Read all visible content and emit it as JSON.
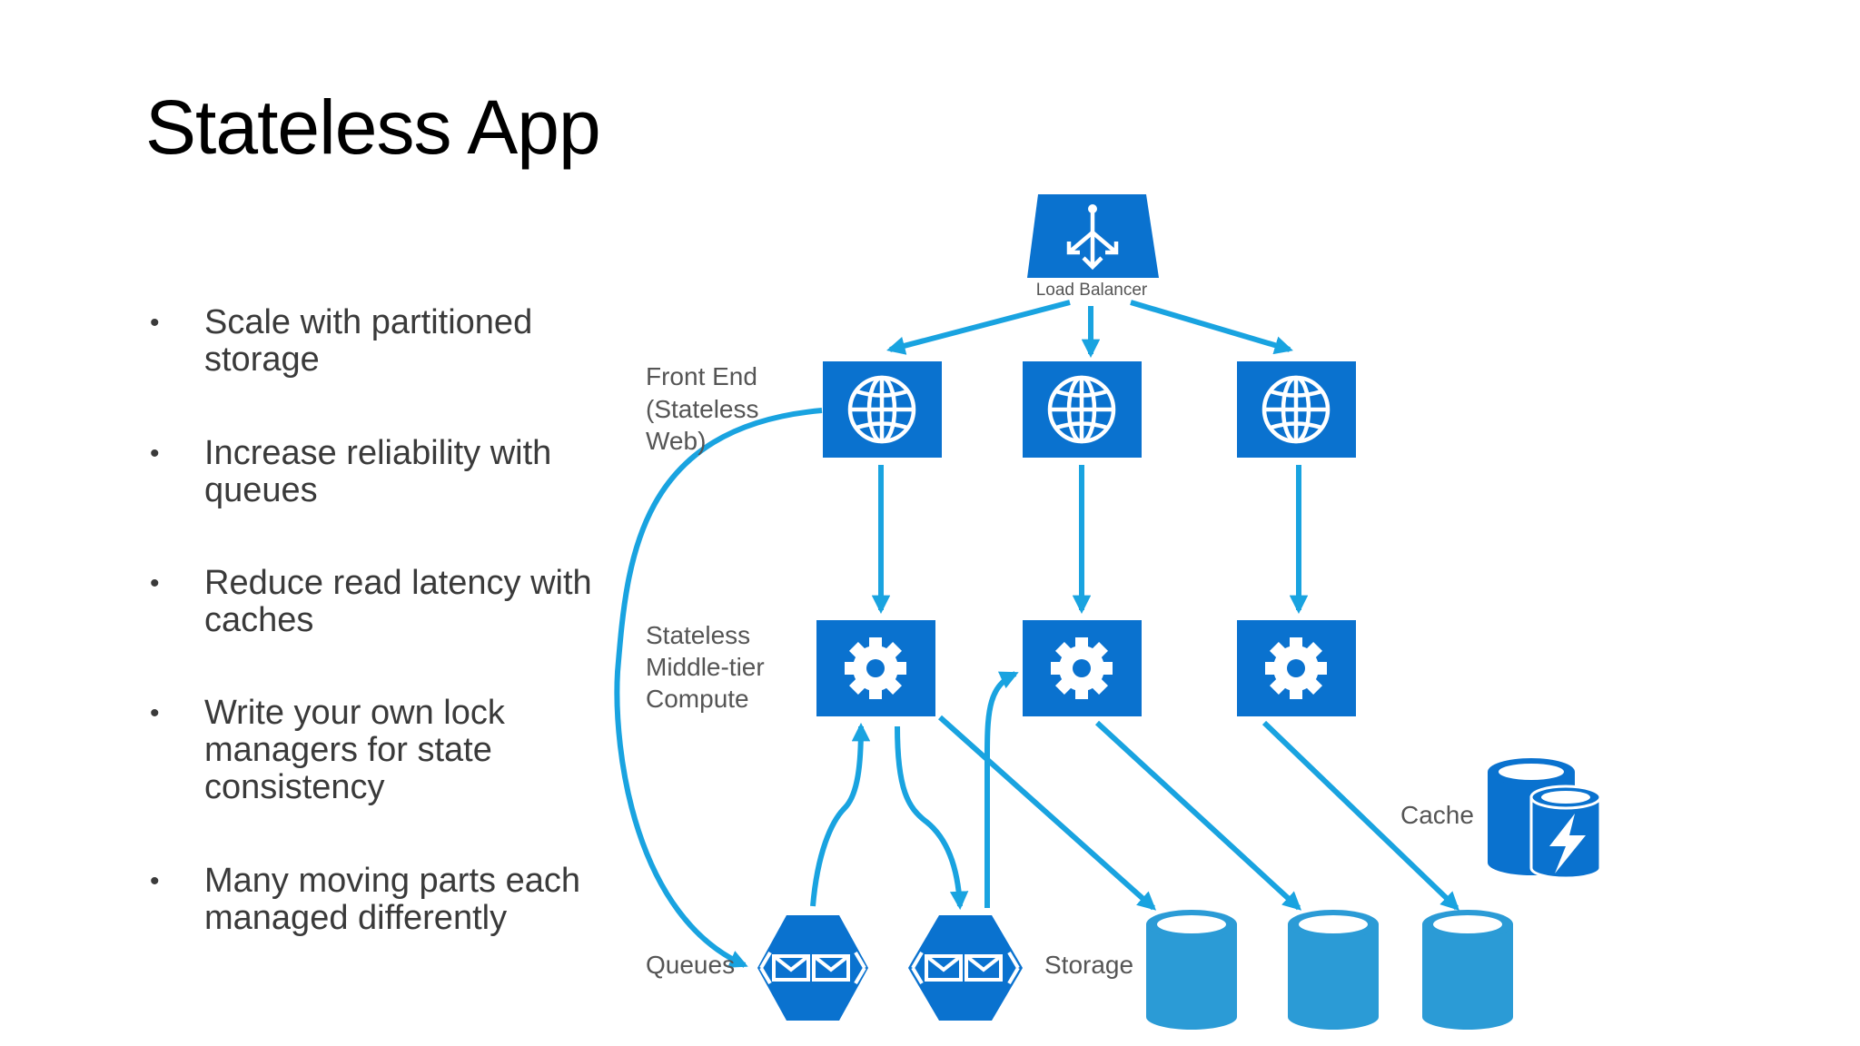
{
  "slide": {
    "title": "Stateless App",
    "bullets": [
      {
        "text": "Scale with partitioned storage"
      },
      {
        "text": "Increase reliability with queues"
      },
      {
        "text": "Reduce read latency with caches"
      },
      {
        "text": "Write your own lock managers for state consistency"
      },
      {
        "text": "Many moving parts each managed differently"
      }
    ]
  },
  "diagram": {
    "load_balancer": "Load Balancer",
    "front_end": [
      "Front End",
      "(Stateless",
      "Web)"
    ],
    "middle_tier": [
      "Stateless",
      "Middle-tier",
      "Compute"
    ],
    "queues": "Queues",
    "storage": "Storage",
    "cache": "Cache"
  },
  "colors": {
    "node_blue": "#0a72cf",
    "arrow_blue": "#19a3e0",
    "storage_blue": "#2b9bd6"
  }
}
